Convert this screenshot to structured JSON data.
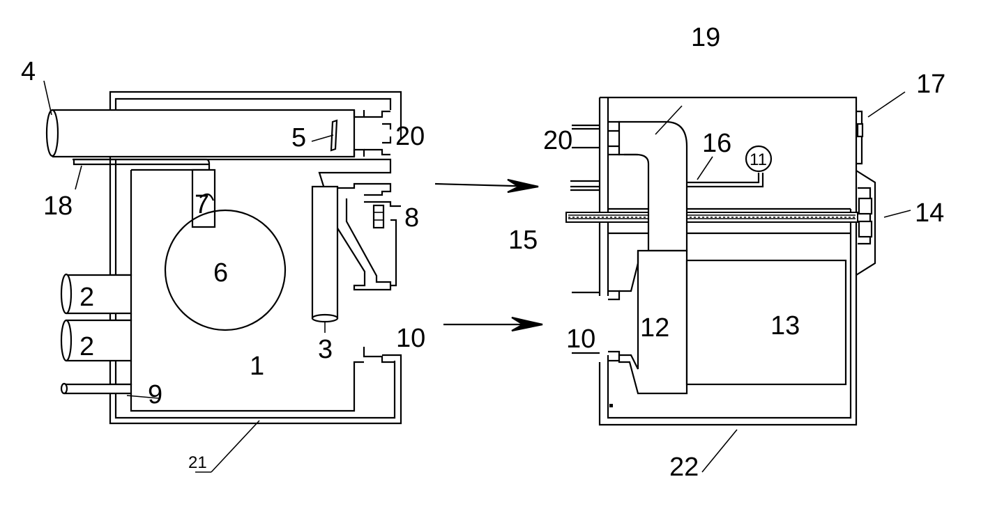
{
  "labels": {
    "l1": "1",
    "l2a": "2",
    "l2b": "2",
    "l3": "3",
    "l4": "4",
    "l5": "5",
    "l6": "6",
    "l7": "7",
    "l8": "8",
    "l9": "9",
    "l10a": "10",
    "l10b": "10",
    "l11": "11",
    "l12": "12",
    "l13": "13",
    "l14": "14",
    "l15": "15",
    "l16": "16",
    "l17": "17",
    "l18": "18",
    "l19": "19",
    "l20a": "20",
    "l20b": "20",
    "l21": "21",
    "l22": "22"
  }
}
